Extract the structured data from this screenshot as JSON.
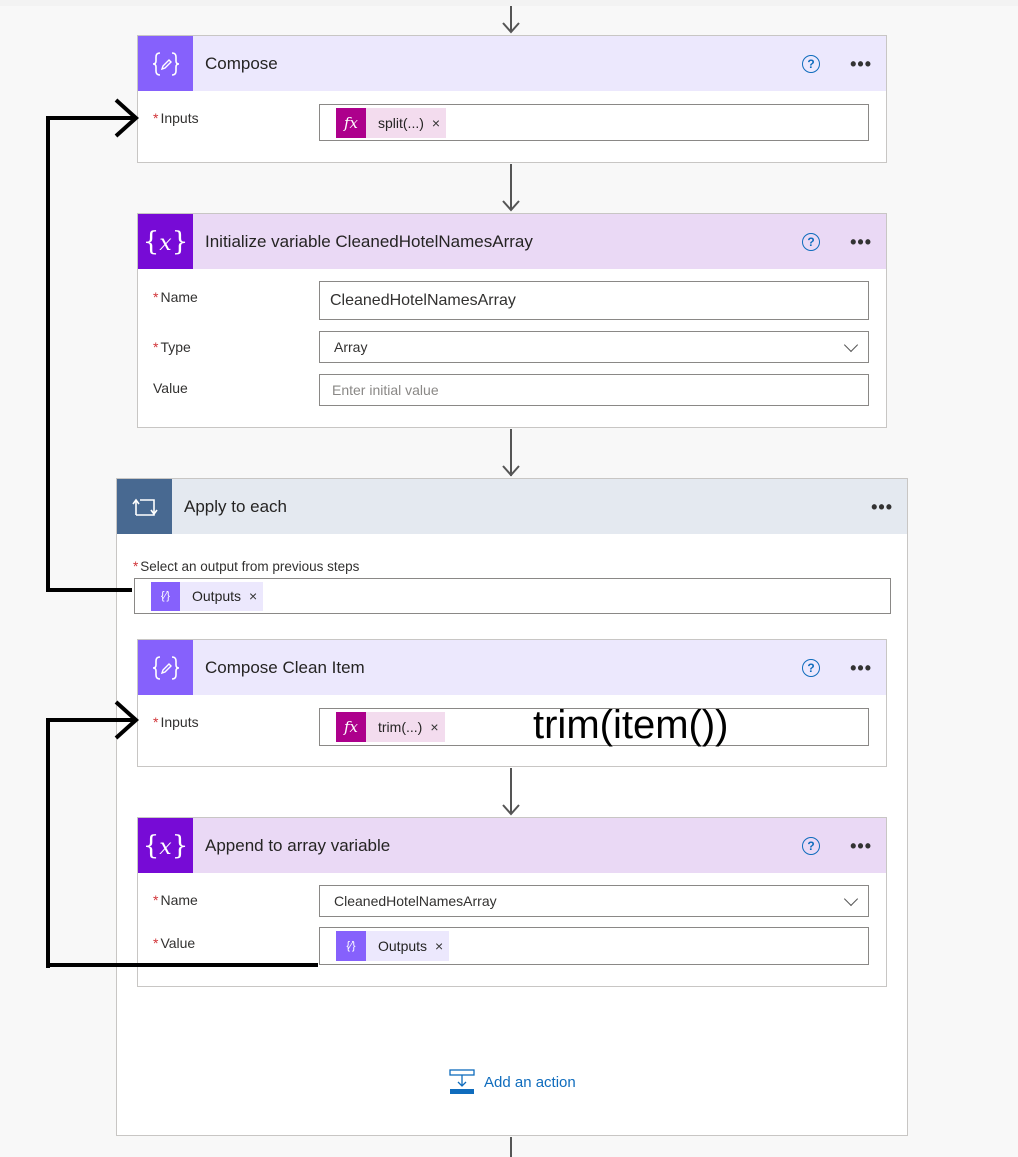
{
  "colors": {
    "compose_icon": "#8661fc",
    "compose_header": "#ece8fd",
    "variable_icon": "#770bd6",
    "variable_header": "#ead9f5",
    "foreach_icon": "#486991",
    "foreach_header": "#e4e9f0",
    "fx_token_icon": "#ad008c",
    "fx_token_bg": "#f3dcee",
    "outputs_token_bg": "#ece8fd",
    "link": "#0f6cbd"
  },
  "compose": {
    "title": "Compose",
    "icon": "compose-icon",
    "inputs_label": "Inputs",
    "inputs_token": "split(...)",
    "remove_glyph": "×"
  },
  "init_variable": {
    "title": "Initialize variable CleanedHotelNamesArray",
    "icon": "variable-icon",
    "name_label": "Name",
    "name_value": "CleanedHotelNamesArray",
    "type_label": "Type",
    "type_value": "Array",
    "value_label": "Value",
    "value_placeholder": "Enter initial value"
  },
  "apply_to_each": {
    "title": "Apply to each",
    "icon": "loop-icon",
    "select_label": "Select an output from previous steps",
    "select_token": "Outputs",
    "add_action_label": "Add an action"
  },
  "compose_clean": {
    "title": "Compose Clean Item",
    "inputs_label": "Inputs",
    "inputs_token": "trim(...)",
    "annotation": "trim(item())"
  },
  "append_variable": {
    "title": "Append to array variable",
    "name_label": "Name",
    "name_value": "CleanedHotelNamesArray",
    "value_label": "Value",
    "value_token": "Outputs"
  },
  "common": {
    "help_glyph": "?",
    "more_glyph": "•••",
    "required_glyph": "*"
  }
}
